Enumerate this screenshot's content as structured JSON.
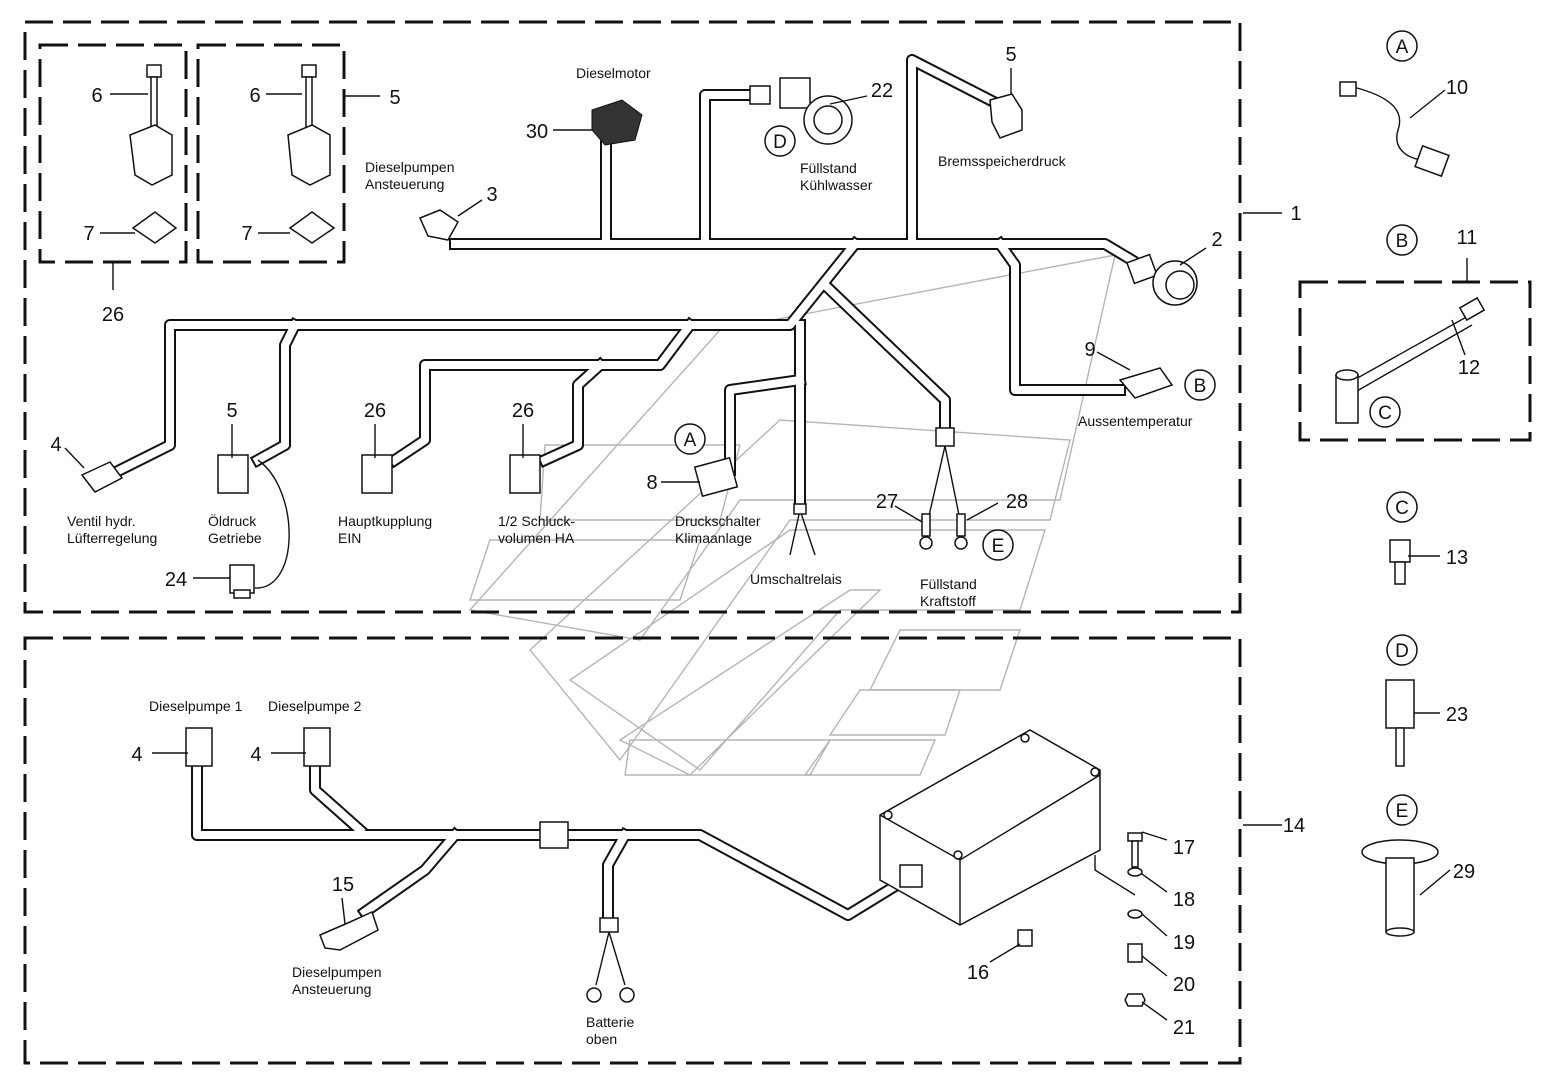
{
  "captions": {
    "dieselmotor": "Dieselmotor",
    "dieselpumpen_ansteuerung_top_1": "Dieselpumpen",
    "dieselpumpen_ansteuerung_top_2": "Ansteuerung",
    "fuellstand_kuehlwasser_1": "Füllstand",
    "fuellstand_kuehlwasser_2": "Kühlwasser",
    "bremsspeicherdruck": "Bremsspeicherdruck",
    "aussentemperatur": "Aussentemperatur",
    "ventil_1": "Ventil hydr.",
    "ventil_2": "Lüfterregelung",
    "oeldruck_1": "Öldruck",
    "oeldruck_2": "Getriebe",
    "hauptkupplung_1": "Hauptkupplung",
    "hauptkupplung_2": "EIN",
    "schluck_1": "1/2 Schluck-",
    "schluck_2": "volumen HA",
    "druckschalter_1": "Druckschalter",
    "druckschalter_2": "Klimaanlage",
    "umschaltrelais": "Umschaltrelais",
    "fuellstand_kraftstoff_1": "Füllstand",
    "fuellstand_kraftstoff_2": "Kraftstoff",
    "dieselpumpe1": "Dieselpumpe 1",
    "dieselpumpe2": "Dieselpumpe 2",
    "dieselpumpen_ansteuerung_bottom_1": "Dieselpumpen",
    "dieselpumpen_ansteuerung_bottom_2": "Ansteuerung",
    "batterie_1": "Batterie",
    "batterie_2": "oben"
  },
  "numbers": {
    "n1": "1",
    "n2": "2",
    "n3": "3",
    "n4a": "4",
    "n4b": "4",
    "n4c": "4",
    "n5a": "5",
    "n5b": "5",
    "n5c": "5",
    "n6a": "6",
    "n6b": "6",
    "n7a": "7",
    "n7b": "7",
    "n8": "8",
    "n9": "9",
    "n10": "10",
    "n11": "11",
    "n12": "12",
    "n13": "13",
    "n14": "14",
    "n15": "15",
    "n16": "16",
    "n17": "17",
    "n18": "18",
    "n19": "19",
    "n20": "20",
    "n21": "21",
    "n22": "22",
    "n23": "23",
    "n24": "24",
    "n26a": "26",
    "n26b": "26",
    "n26c": "26",
    "n27": "27",
    "n28": "28",
    "n29": "29",
    "n30": "30"
  },
  "letters": {
    "A_main": "A",
    "B_main": "B",
    "D_main": "D",
    "E_main": "E",
    "A_side": "A",
    "B_side": "B",
    "C_side": "C",
    "C_side_b": "C",
    "D_side": "D",
    "E_side": "E"
  },
  "icons": {
    "connector": "connector-icon",
    "solenoid": "solenoid-valve-icon",
    "round_plug": "round-plug-icon",
    "sensor": "sensor-icon",
    "ring_terminal": "ring-terminal-icon",
    "control_box": "control-box-icon",
    "fuel_sender": "fuel-sender-icon"
  }
}
